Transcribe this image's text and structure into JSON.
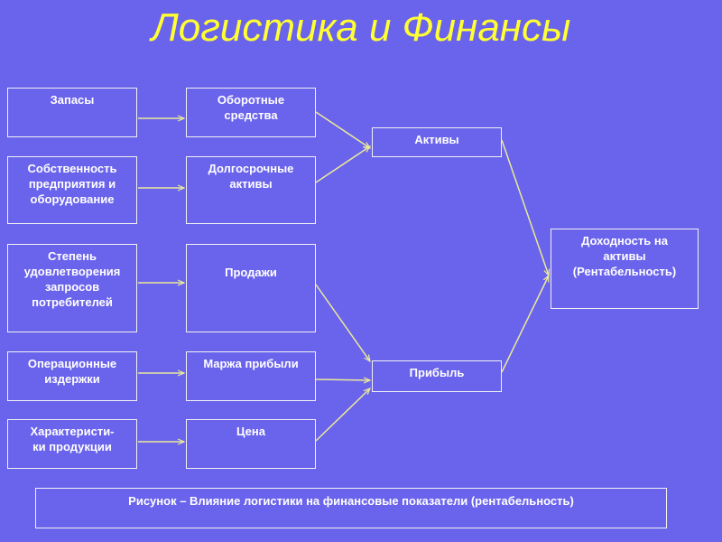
{
  "title": "Логистика и Финансы",
  "boxes": {
    "zapasy": "Запасы",
    "sobstvennost": "Собственность\nпредприятия и\nоборудование",
    "stepen": "Степень\nудовлетворения\nзапросов\nпотребителей",
    "operatsionnye": "Операционные\nиздержки",
    "kharakteristiki": "Характеристи-\nки продукции",
    "oborotnye": "Оборотные\nсредства",
    "dolgosrochnye": "Долгосрочные\nактивы",
    "prodazhi": "Продажи",
    "marzha": "Маржа прибыли",
    "tsena": "Цена",
    "aktivy": "Активы",
    "pribyl": "Прибыль",
    "dokhodnost": "Доходность на\nактивы\n(Рентабельность)"
  },
  "caption": "Рисунок  – Влияние логистики на финансовые показатели (рентабельность)",
  "colors": {
    "background": "#6a63ec",
    "title": "#ffff33",
    "box_border": "#f2f2f2",
    "arrow": "#eaea9a"
  }
}
